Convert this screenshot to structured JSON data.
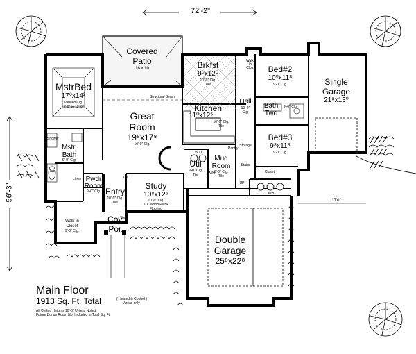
{
  "dimensions": {
    "overall_width": "72'-2\"",
    "overall_depth": "56'-3\"",
    "garage_setback": "17'0\""
  },
  "rooms": {
    "covered_patio": {
      "name_l1": "Covered",
      "name_l2": "Patio",
      "size": "16 x 10"
    },
    "brkfst": {
      "name": "Brkfst",
      "size": "9⁰x12⁰",
      "note1": "10'-0\" Clg.",
      "note2": "Tile"
    },
    "master_bed": {
      "name": "MstrBed",
      "size": "17⁰x14²",
      "note1": "Vaulted Clg.",
      "note2": "9'-0\" to 11'-0\""
    },
    "great_room": {
      "name": "Great",
      "name2": "Room",
      "size": "19⁸x17⁸",
      "note1": "10'-0\" Clg."
    },
    "kitchen": {
      "name": "Kitchen",
      "size": "11⁰x12⁵",
      "note1": "10'-0\" Clg.",
      "note2": "Tile"
    },
    "hall": {
      "name": "Hall",
      "note1": "10'-0\"",
      "note2": "Clg."
    },
    "bed2": {
      "name": "Bed#2",
      "size": "10⁰x11⁸",
      "note1": "9'-0\" Clg."
    },
    "bath_two": {
      "name": "Bath",
      "name2": "Two",
      "note1": "9'-0\" Clg."
    },
    "bed3": {
      "name": "Bed#3",
      "size": "9⁸x11⁸",
      "note1": "9'-0\" Clg."
    },
    "single_garage": {
      "name": "Single",
      "name2": "Garage",
      "size": "21⁸x13⁰"
    },
    "mstr_bath": {
      "name": "Mstr.",
      "name2": "Bath",
      "note1": "9'-0\" Clg.",
      "note2": "Tile"
    },
    "util": {
      "name": "Util",
      "note1": "9'-0\" Clg.",
      "note2": "Tile"
    },
    "mud_room": {
      "name": "Mud",
      "name2": "Room",
      "note1": "9'-0\" Clg.",
      "note2": "Tile"
    },
    "pwdr_room": {
      "name": "Pwdr",
      "name2": "Room",
      "note1": "9'-0\" Clg."
    },
    "entry": {
      "name": "Entry",
      "note1": "10'-0\" Clg.",
      "note2": "Tile"
    },
    "study": {
      "name": "Study",
      "size": "10⁸x12⁵",
      "note1": "10'-0\" Clg.",
      "note2": "10\" Wood Plank",
      "note3": "Flooring"
    },
    "walk_in": {
      "name": "Walk-in",
      "name2": "Closet",
      "note1": "9'-0\" Clg."
    },
    "cov_por": {
      "name": "Cov.",
      "name2": "Por."
    },
    "double_garage": {
      "name": "Double",
      "name2": "Garage",
      "size": "25⁸x22⁸"
    }
  },
  "small_labels": {
    "structural_beam": "Structural Beam",
    "shower": "Shower",
    "linen": "Linen",
    "pantry": "Pantry",
    "storage": "Storage",
    "stairs": "Stairs",
    "closet": "Closet",
    "wh": "W/H",
    "up": "UP",
    "tub": "Tub",
    "tile_entry": "Tile",
    "tile_study": "Tile",
    "wall_in": "Walk-in Clos.",
    "laundry": "W D",
    "hot_water": "WH"
  },
  "footer": {
    "title": "Main Floor",
    "total": "1913 Sq. Ft. Total",
    "heated": "( Heated & Cooled )",
    "heated2": "Areas only",
    "note1": "All Ceiling Heights 10'-0\" Unless Noted.",
    "note2": "Future Bonus Room Not Included in Total Sq. Ft."
  }
}
